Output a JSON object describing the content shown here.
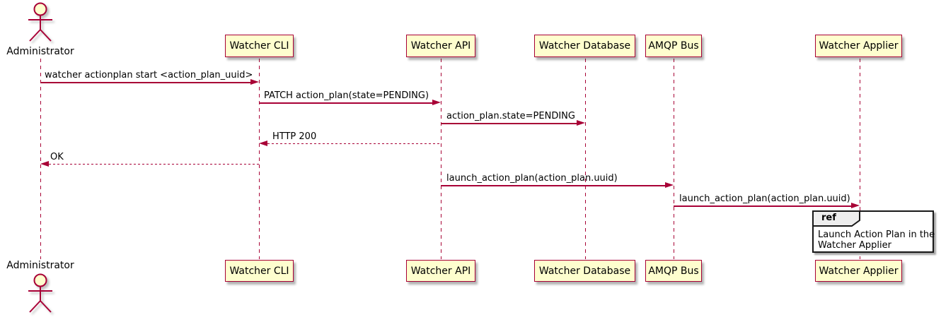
{
  "diagram": {
    "type": "uml-sequence-diagram",
    "colors": {
      "participant_fill": "#FEFECE",
      "participant_border": "#A80036",
      "arrow": "#A80036",
      "lifeline": "#A80036",
      "text": "#000000",
      "ref_border": "#181818",
      "ref_header_fill": "#EEEEEE",
      "background": "#FFFFFF"
    }
  },
  "actor": {
    "label": "Administrator"
  },
  "participants": [
    {
      "label": "Watcher CLI"
    },
    {
      "label": "Watcher API"
    },
    {
      "label": "Watcher Database"
    },
    {
      "label": "AMQP Bus"
    },
    {
      "label": "Watcher Applier"
    }
  ],
  "messages": [
    {
      "label": "watcher actionplan start <action_plan_uuid>",
      "from": "Administrator",
      "to": "Watcher CLI",
      "style": "solid"
    },
    {
      "label": "PATCH action_plan(state=PENDING)",
      "from": "Watcher CLI",
      "to": "Watcher API",
      "style": "solid"
    },
    {
      "label": "action_plan.state=PENDING",
      "from": "Watcher API",
      "to": "Watcher Database",
      "style": "solid"
    },
    {
      "label": "HTTP 200",
      "from": "Watcher API",
      "to": "Watcher CLI",
      "style": "dashed"
    },
    {
      "label": "OK",
      "from": "Watcher CLI",
      "to": "Administrator",
      "style": "dashed"
    },
    {
      "label": "launch_action_plan(action_plan.uuid)",
      "from": "Watcher API",
      "to": "AMQP Bus",
      "style": "solid"
    },
    {
      "label": "launch_action_plan(action_plan.uuid)",
      "from": "AMQP Bus",
      "to": "Watcher Applier",
      "style": "solid"
    }
  ],
  "ref_fragment": {
    "keyword": "ref",
    "line1": "Launch Action Plan in the",
    "line2": "Watcher Applier"
  }
}
